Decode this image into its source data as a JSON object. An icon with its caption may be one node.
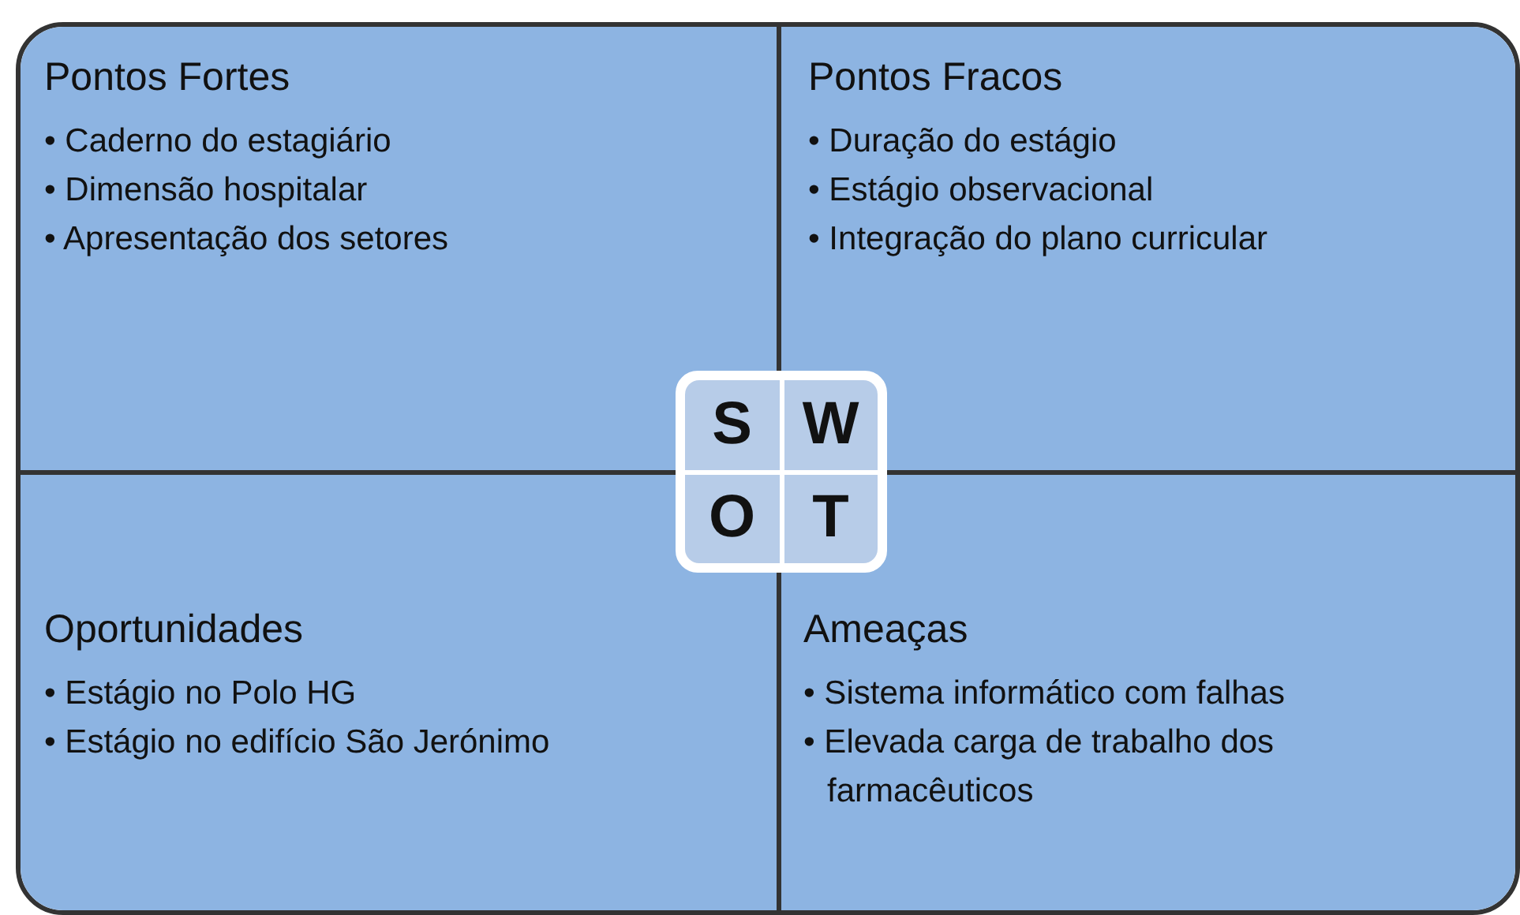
{
  "diagram": {
    "nodes": [
      {
        "text": [
          "Pontos Fortes",
          "• Caderno do estagiário",
          "• Dimensão hospitalar",
          "• Apresentação dos setores"
        ]
      },
      {
        "text": [
          "Pontos Fracos",
          "• Duração do estágio",
          "• Estágio observacional",
          "• Integração do plano curricular"
        ]
      },
      {
        "text": [
          "Oportunidades",
          "• Estágio no Polo HG",
          "• Estágio no edifício São Jerónimo"
        ]
      },
      {
        "text": [
          "Ameaças",
          "• Sistema informático com falhas",
          "• Elevada carga de trabalho dos farmacêuticos"
        ]
      },
      {
        "text": [
          "S",
          "W",
          "O",
          "T"
        ]
      }
    ],
    "edges": []
  }
}
